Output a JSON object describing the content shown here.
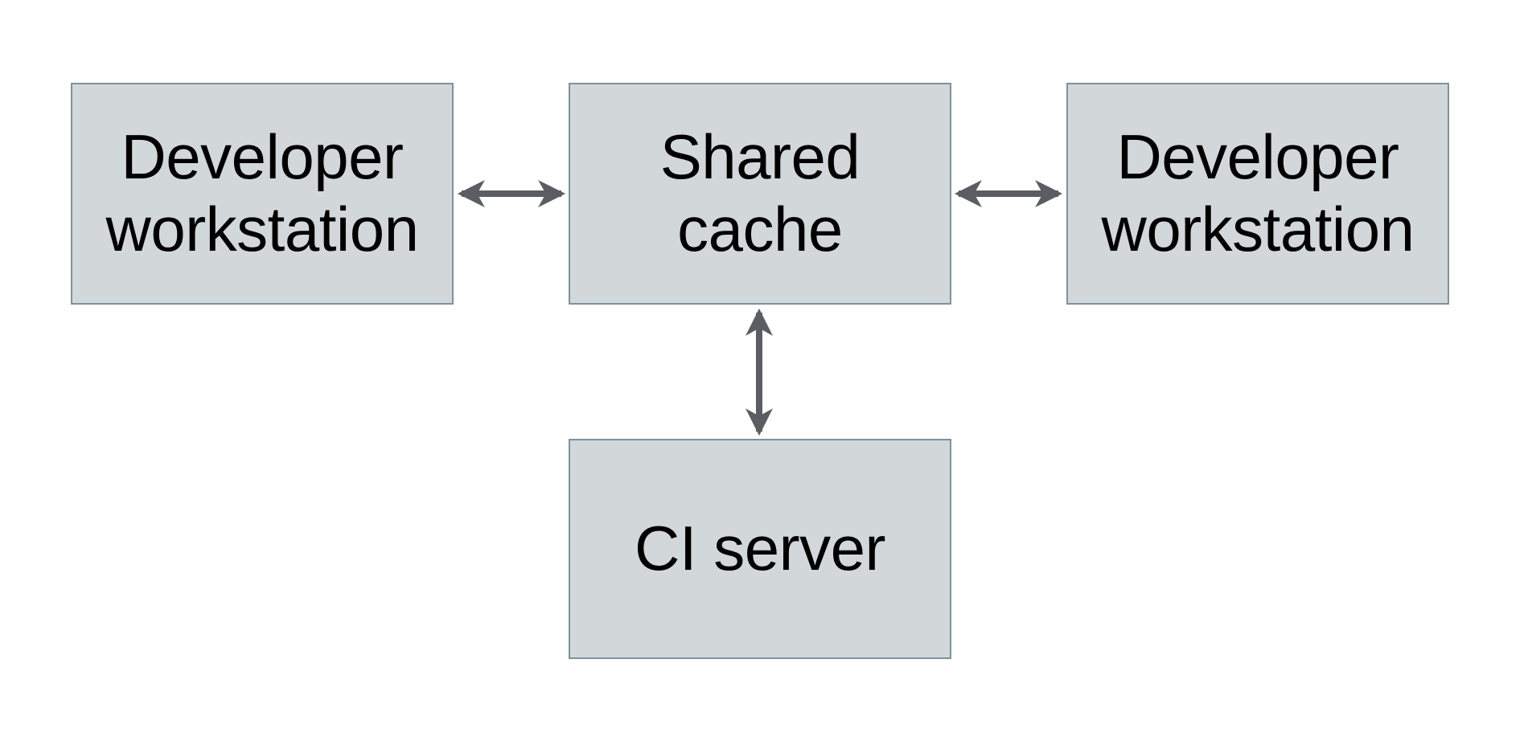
{
  "diagram": {
    "type": "flowchart",
    "nodes": {
      "dev_left": {
        "label": "Developer\nworkstation"
      },
      "shared_cache": {
        "label": "Shared\ncache"
      },
      "dev_right": {
        "label": "Developer\nworkstation"
      },
      "ci_server": {
        "label": "CI server"
      }
    },
    "edges": [
      {
        "from": "dev_left",
        "to": "shared_cache",
        "style": "bidirectional-arrow"
      },
      {
        "from": "shared_cache",
        "to": "dev_right",
        "style": "bidirectional-arrow"
      },
      {
        "from": "shared_cache",
        "to": "ci_server",
        "style": "bidirectional-arrow"
      }
    ],
    "colors": {
      "node_fill": "#d2d8da",
      "node_border": "#7d929c",
      "arrow": "#5a5e62",
      "text": "#000000",
      "background": "#ffffff"
    }
  }
}
